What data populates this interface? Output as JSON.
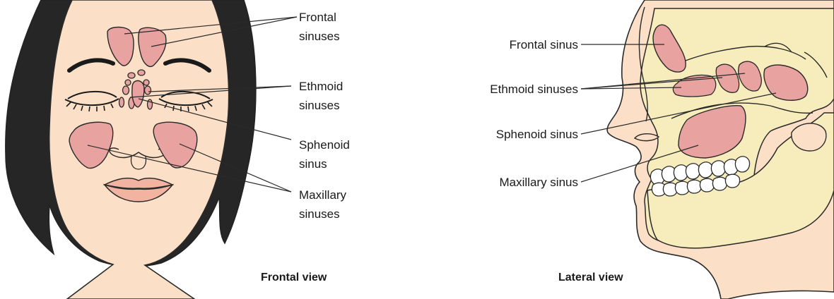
{
  "frontal": {
    "caption": "Frontal view",
    "labels": {
      "frontal_line1": "Frontal",
      "frontal_line2": "sinuses",
      "ethmoid_line1": "Ethmoid",
      "ethmoid_line2": "sinuses",
      "sphenoid_line1": "Sphenoid",
      "sphenoid_line2": "sinus",
      "maxillary_line1": "Maxillary",
      "maxillary_line2": "sinuses"
    }
  },
  "lateral": {
    "caption": "Lateral view",
    "labels": {
      "frontal": "Frontal sinus",
      "ethmoid": "Ethmoid sinuses",
      "sphenoid": "Sphenoid sinus",
      "maxillary": "Maxillary sinus"
    }
  },
  "colors": {
    "skin": "#fbe0c7",
    "bone": "#f7edbc",
    "sinus": "#e8a2a0",
    "hair": "#262626",
    "outline": "#2a2a2a",
    "lips": "#f2b3a0"
  }
}
